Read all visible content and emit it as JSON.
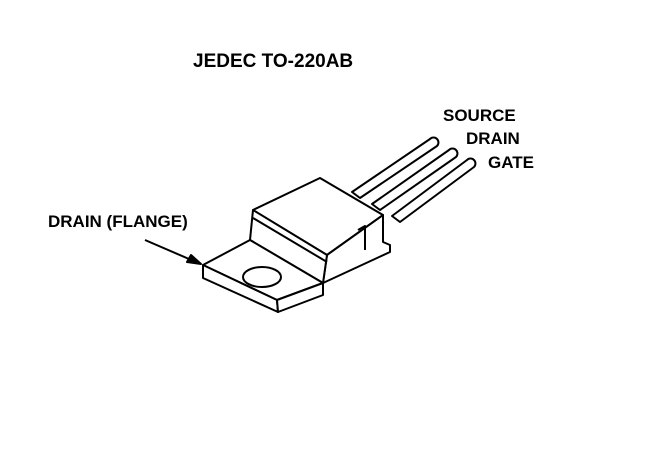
{
  "title": "JEDEC TO-220AB",
  "pins": {
    "source": "SOURCE",
    "drain": "DRAIN",
    "gate": "GATE"
  },
  "flange_label": "DRAIN (FLANGE)"
}
